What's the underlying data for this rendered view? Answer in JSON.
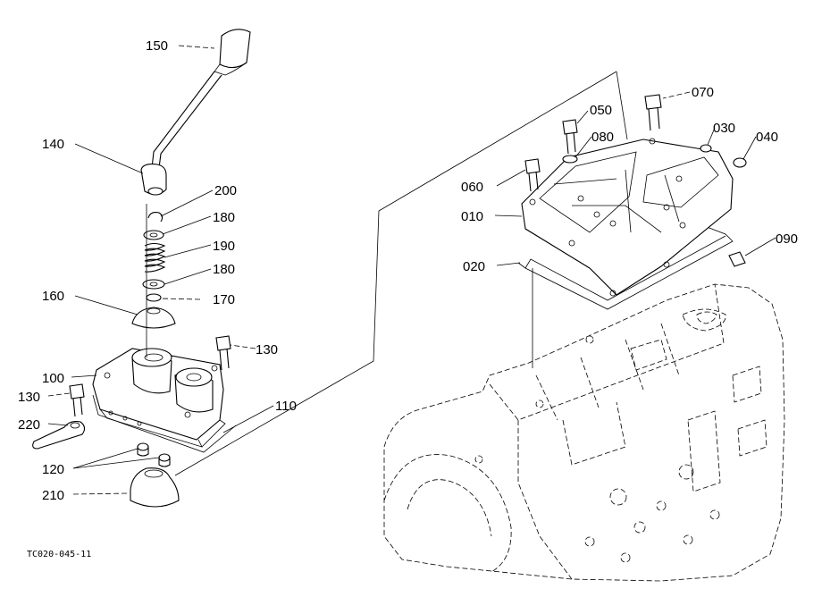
{
  "callouts": [
    {
      "id": "150",
      "label": "150"
    },
    {
      "id": "140",
      "label": "140"
    },
    {
      "id": "200",
      "label": "200"
    },
    {
      "id": "180a",
      "label": "180"
    },
    {
      "id": "190",
      "label": "190"
    },
    {
      "id": "180b",
      "label": "180"
    },
    {
      "id": "170",
      "label": "170"
    },
    {
      "id": "160",
      "label": "160"
    },
    {
      "id": "130a",
      "label": "130"
    },
    {
      "id": "100",
      "label": "100"
    },
    {
      "id": "130b",
      "label": "130"
    },
    {
      "id": "110",
      "label": "110"
    },
    {
      "id": "220",
      "label": "220"
    },
    {
      "id": "120",
      "label": "120"
    },
    {
      "id": "210",
      "label": "210"
    },
    {
      "id": "070",
      "label": "070"
    },
    {
      "id": "050",
      "label": "050"
    },
    {
      "id": "030",
      "label": "030"
    },
    {
      "id": "040",
      "label": "040"
    },
    {
      "id": "080",
      "label": "080"
    },
    {
      "id": "060",
      "label": "060"
    },
    {
      "id": "010",
      "label": "010"
    },
    {
      "id": "090",
      "label": "090"
    },
    {
      "id": "020",
      "label": "020"
    }
  ],
  "drawing_code": "TC020-045-11"
}
